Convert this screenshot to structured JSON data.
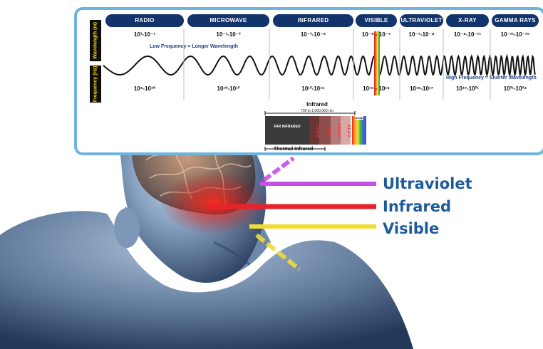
{
  "spectrum": {
    "bands": [
      {
        "name": "RADIO",
        "wavelength": "10³-10⁻¹",
        "frequency": "10⁶-10¹⁰"
      },
      {
        "name": "MICROWAVE",
        "wavelength": "10⁻¹-10⁻³",
        "frequency": "10¹⁰-10¹²"
      },
      {
        "name": "INFRARED",
        "wavelength": "10⁻³-10⁻⁶",
        "frequency": "10¹²-10¹⁵"
      },
      {
        "name": "VISIBLE",
        "wavelength": "10⁻⁶ - 10⁻⁷",
        "frequency": "10¹⁵ - 10¹⁶"
      },
      {
        "name": "ULTRAVIOLET",
        "wavelength": "10⁻⁷-10⁻⁸",
        "frequency": "10¹⁶-10¹⁷"
      },
      {
        "name": "X-RAY",
        "wavelength": "10⁻⁸-10⁻¹¹",
        "frequency": "10¹⁷-10²¹"
      },
      {
        "name": "GAMMA RAYS",
        "wavelength": "10⁻¹¹-10⁻¹⁵",
        "frequency": "10²¹-10²⁴"
      }
    ],
    "wavelength_axis_label": "Wavelength (m)",
    "frequency_axis_label": "Frequency (Hz)",
    "low_freq_note": "Low Frequency = Longer Wavelength",
    "high_freq_note": "High Frequency = Shorter Wavelength"
  },
  "infrared_detail": {
    "title": "Infrared",
    "range": "700 to 1,000,000 nm",
    "far_label": "FAR INFRARED",
    "long_label": "LONG",
    "mid_label": "MID",
    "short_label": "SHORT",
    "near_label": "NEAR",
    "visible_label": "Visible",
    "thermal_label": "Thermal Infrared"
  },
  "rays": [
    {
      "label": "Ultraviolet",
      "color": "#c94ee6"
    },
    {
      "label": "Infrared",
      "color": "#e8232b"
    },
    {
      "label": "Visible",
      "color": "#f1dc33"
    }
  ],
  "colors": {
    "panel_border": "#6fb4de",
    "band_header": "#13336b",
    "label_text": "#1e5a9c"
  }
}
